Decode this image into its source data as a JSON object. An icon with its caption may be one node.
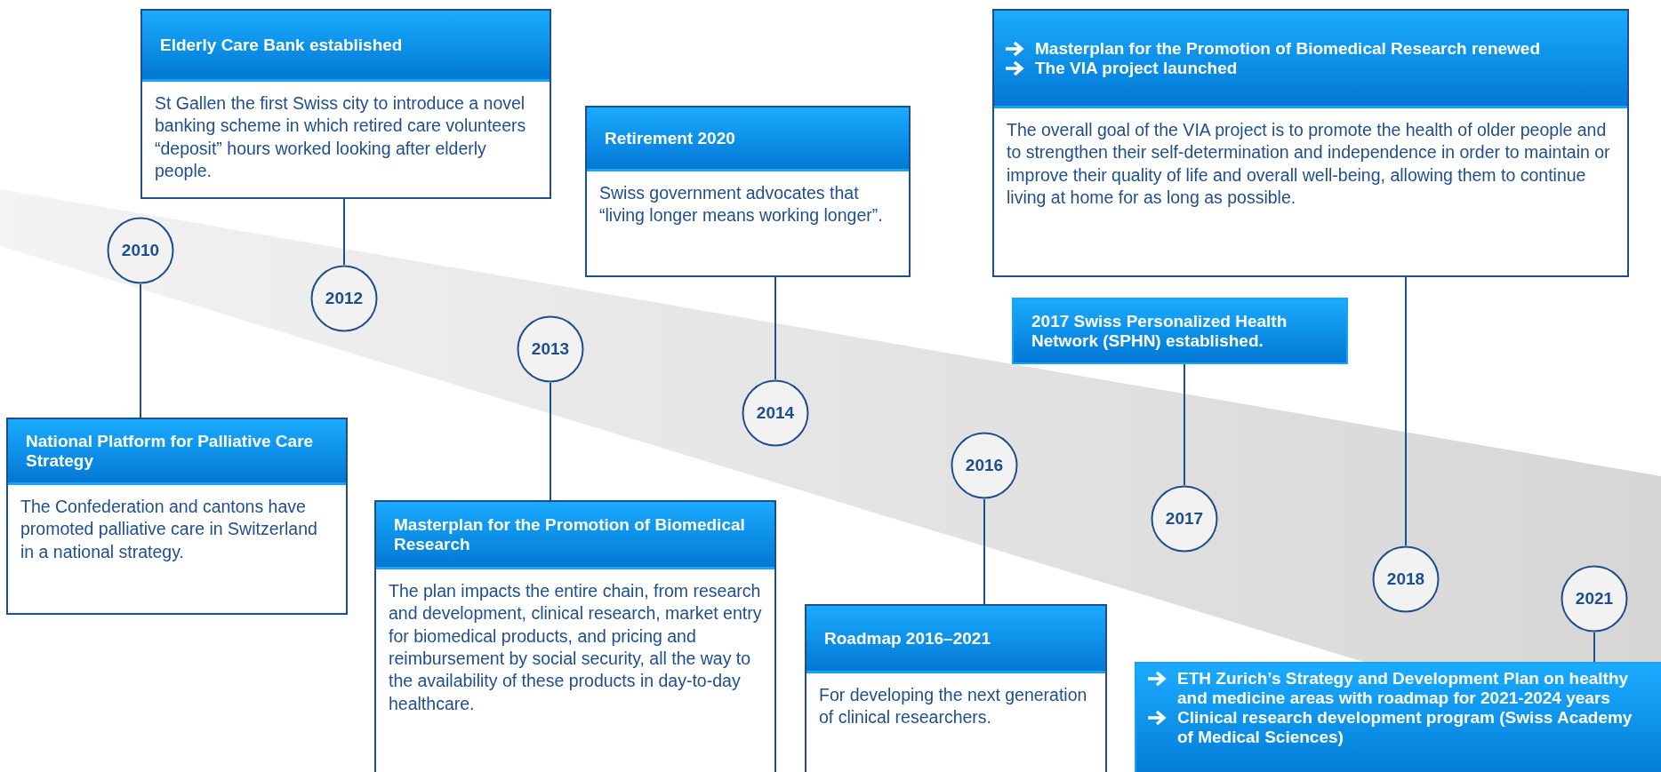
{
  "diagram": {
    "nodes": [
      {
        "text": [
          "2010"
        ]
      },
      {
        "text": [
          "National Platform for Palliative Care Strategy",
          "The Confederation and cantons have promoted palliative care in Switzerland in a national strategy."
        ]
      },
      {
        "text": [
          "2012"
        ]
      },
      {
        "text": [
          "Elderly Care Bank established",
          "St Gallen the first Swiss city to introduce a novel banking scheme in which retired care volunteers “deposit” hours worked looking after elderly people."
        ]
      },
      {
        "text": [
          "2013"
        ]
      },
      {
        "text": [
          "Masterplan for the Promotion of Biomedical Research",
          "The plan impacts the entire chain, from research and development, clinical research, market entry for biomedical products, and pricing and reimbursement by social security, all the way to the availability of these products in day-to-day healthcare."
        ]
      },
      {
        "text": [
          "2014"
        ]
      },
      {
        "text": [
          "Retirement 2020",
          "Swiss government advocates that “living longer means working longer”."
        ]
      },
      {
        "text": [
          "2016"
        ]
      },
      {
        "text": [
          "Roadmap 2016–2021",
          "For developing the next generation of clinical researchers."
        ]
      },
      {
        "text": [
          "2017"
        ]
      },
      {
        "text": [
          "2017 Swiss Personalized Health Network (SPHN) established."
        ]
      },
      {
        "text": [
          "2018"
        ]
      },
      {
        "text": [
          "Masterplan for the Promotion of Biomedical Research renewed",
          "The VIA project launched",
          "The overall goal of the VIA project is to promote the health of older people and to strengthen their self-determination and independence in order to maintain or improve their quality of life and overall well-being, allowing them to continue living at home for as long as possible."
        ]
      },
      {
        "text": [
          "2021"
        ]
      },
      {
        "text": [
          "ETH Zurich’s Strategy and Development Plan on healthy and medicine areas  with roadmap for 2021-2024 years",
          "Clinical research development program (Swiss Academy of Medical Sciences)"
        ]
      }
    ],
    "edges": [
      {
        "from": 0,
        "to": 1,
        "arrow": "none"
      },
      {
        "from": 2,
        "to": 3,
        "arrow": "none"
      },
      {
        "from": 4,
        "to": 5,
        "arrow": "none"
      },
      {
        "from": 6,
        "to": 7,
        "arrow": "none"
      },
      {
        "from": 8,
        "to": 9,
        "arrow": "none"
      },
      {
        "from": 10,
        "to": 11,
        "arrow": "none"
      },
      {
        "from": 12,
        "to": 13,
        "arrow": "none"
      },
      {
        "from": 14,
        "to": 15,
        "arrow": "none"
      }
    ]
  }
}
